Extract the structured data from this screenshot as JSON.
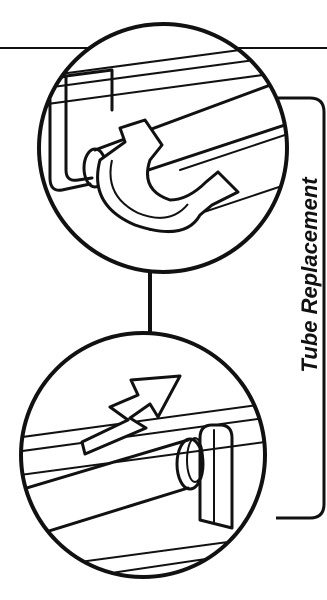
{
  "figure": {
    "side_label": "Tube Replacement",
    "step_top": "remove-tube-rotate",
    "step_bottom": "insert-tube-lift",
    "stroke_color": "#111111",
    "background_color": "#ffffff"
  }
}
